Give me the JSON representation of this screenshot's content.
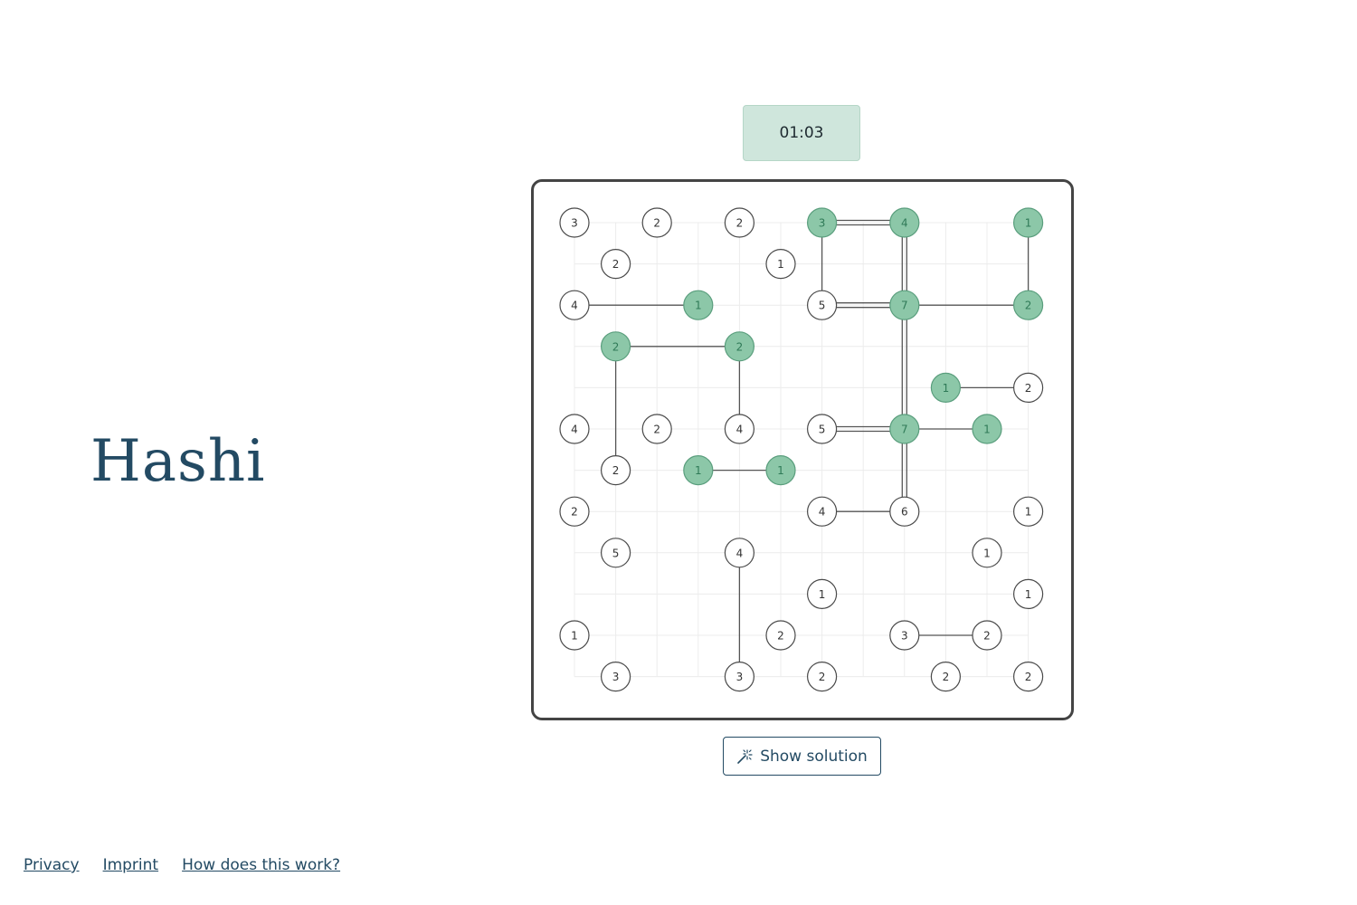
{
  "page": {
    "title": "Hashi"
  },
  "timer": {
    "value": "01:03"
  },
  "actions": {
    "show_solution_label": "Show solution"
  },
  "footer": {
    "links": [
      {
        "label": "Privacy"
      },
      {
        "label": "Imprint"
      },
      {
        "label": "How does this work?"
      }
    ]
  },
  "colors": {
    "complete_fill": "#8cc7a8",
    "complete_stroke": "#5a9e7d",
    "complete_text": "#2f7a57",
    "island_stroke": "#4a4a4a",
    "bridge": "#555555",
    "grid": "#ececec"
  },
  "puzzle": {
    "grid_size": 12,
    "islands": [
      {
        "row": 0,
        "col": 0,
        "value": 3,
        "complete": false
      },
      {
        "row": 0,
        "col": 2,
        "value": 2,
        "complete": false
      },
      {
        "row": 0,
        "col": 4,
        "value": 2,
        "complete": false
      },
      {
        "row": 0,
        "col": 6,
        "value": 3,
        "complete": true
      },
      {
        "row": 0,
        "col": 8,
        "value": 4,
        "complete": true
      },
      {
        "row": 0,
        "col": 11,
        "value": 1,
        "complete": true
      },
      {
        "row": 1,
        "col": 1,
        "value": 2,
        "complete": false
      },
      {
        "row": 1,
        "col": 5,
        "value": 1,
        "complete": false
      },
      {
        "row": 2,
        "col": 0,
        "value": 4,
        "complete": false
      },
      {
        "row": 2,
        "col": 3,
        "value": 1,
        "complete": true
      },
      {
        "row": 2,
        "col": 6,
        "value": 5,
        "complete": false
      },
      {
        "row": 2,
        "col": 8,
        "value": 7,
        "complete": true
      },
      {
        "row": 2,
        "col": 11,
        "value": 2,
        "complete": true
      },
      {
        "row": 3,
        "col": 1,
        "value": 2,
        "complete": true
      },
      {
        "row": 3,
        "col": 4,
        "value": 2,
        "complete": true
      },
      {
        "row": 4,
        "col": 9,
        "value": 1,
        "complete": true
      },
      {
        "row": 4,
        "col": 11,
        "value": 2,
        "complete": false
      },
      {
        "row": 5,
        "col": 0,
        "value": 4,
        "complete": false
      },
      {
        "row": 5,
        "col": 2,
        "value": 2,
        "complete": false
      },
      {
        "row": 5,
        "col": 4,
        "value": 4,
        "complete": false
      },
      {
        "row": 5,
        "col": 6,
        "value": 5,
        "complete": false
      },
      {
        "row": 5,
        "col": 8,
        "value": 7,
        "complete": true
      },
      {
        "row": 5,
        "col": 10,
        "value": 1,
        "complete": true
      },
      {
        "row": 6,
        "col": 1,
        "value": 2,
        "complete": false
      },
      {
        "row": 6,
        "col": 3,
        "value": 1,
        "complete": true
      },
      {
        "row": 6,
        "col": 5,
        "value": 1,
        "complete": true
      },
      {
        "row": 7,
        "col": 0,
        "value": 2,
        "complete": false
      },
      {
        "row": 7,
        "col": 6,
        "value": 4,
        "complete": false
      },
      {
        "row": 7,
        "col": 8,
        "value": 6,
        "complete": false
      },
      {
        "row": 7,
        "col": 11,
        "value": 1,
        "complete": false
      },
      {
        "row": 8,
        "col": 1,
        "value": 5,
        "complete": false
      },
      {
        "row": 8,
        "col": 4,
        "value": 4,
        "complete": false
      },
      {
        "row": 8,
        "col": 10,
        "value": 1,
        "complete": false
      },
      {
        "row": 9,
        "col": 6,
        "value": 1,
        "complete": false
      },
      {
        "row": 9,
        "col": 11,
        "value": 1,
        "complete": false
      },
      {
        "row": 10,
        "col": 0,
        "value": 1,
        "complete": false
      },
      {
        "row": 10,
        "col": 5,
        "value": 2,
        "complete": false
      },
      {
        "row": 10,
        "col": 8,
        "value": 3,
        "complete": false
      },
      {
        "row": 10,
        "col": 10,
        "value": 2,
        "complete": false
      },
      {
        "row": 11,
        "col": 1,
        "value": 3,
        "complete": false
      },
      {
        "row": 11,
        "col": 4,
        "value": 3,
        "complete": false
      },
      {
        "row": 11,
        "col": 6,
        "value": 2,
        "complete": false
      },
      {
        "row": 11,
        "col": 9,
        "value": 2,
        "complete": false
      },
      {
        "row": 11,
        "col": 11,
        "value": 2,
        "complete": false
      }
    ],
    "bridges": [
      {
        "from": [
          0,
          6
        ],
        "to": [
          0,
          8
        ],
        "count": 2
      },
      {
        "from": [
          0,
          6
        ],
        "to": [
          2,
          6
        ],
        "count": 1
      },
      {
        "from": [
          0,
          8
        ],
        "to": [
          2,
          8
        ],
        "count": 2
      },
      {
        "from": [
          0,
          11
        ],
        "to": [
          2,
          11
        ],
        "count": 1
      },
      {
        "from": [
          2,
          0
        ],
        "to": [
          2,
          3
        ],
        "count": 1
      },
      {
        "from": [
          2,
          6
        ],
        "to": [
          2,
          8
        ],
        "count": 2
      },
      {
        "from": [
          2,
          8
        ],
        "to": [
          2,
          11
        ],
        "count": 1
      },
      {
        "from": [
          2,
          8
        ],
        "to": [
          5,
          8
        ],
        "count": 2
      },
      {
        "from": [
          3,
          1
        ],
        "to": [
          3,
          4
        ],
        "count": 1
      },
      {
        "from": [
          3,
          1
        ],
        "to": [
          6,
          1
        ],
        "count": 1
      },
      {
        "from": [
          3,
          4
        ],
        "to": [
          5,
          4
        ],
        "count": 1
      },
      {
        "from": [
          4,
          9
        ],
        "to": [
          4,
          11
        ],
        "count": 1
      },
      {
        "from": [
          5,
          6
        ],
        "to": [
          5,
          8
        ],
        "count": 2
      },
      {
        "from": [
          5,
          8
        ],
        "to": [
          5,
          10
        ],
        "count": 1
      },
      {
        "from": [
          5,
          8
        ],
        "to": [
          7,
          8
        ],
        "count": 2
      },
      {
        "from": [
          6,
          3
        ],
        "to": [
          6,
          5
        ],
        "count": 1
      },
      {
        "from": [
          7,
          6
        ],
        "to": [
          7,
          8
        ],
        "count": 1
      },
      {
        "from": [
          8,
          4
        ],
        "to": [
          11,
          4
        ],
        "count": 1
      },
      {
        "from": [
          10,
          8
        ],
        "to": [
          10,
          10
        ],
        "count": 1
      }
    ]
  }
}
